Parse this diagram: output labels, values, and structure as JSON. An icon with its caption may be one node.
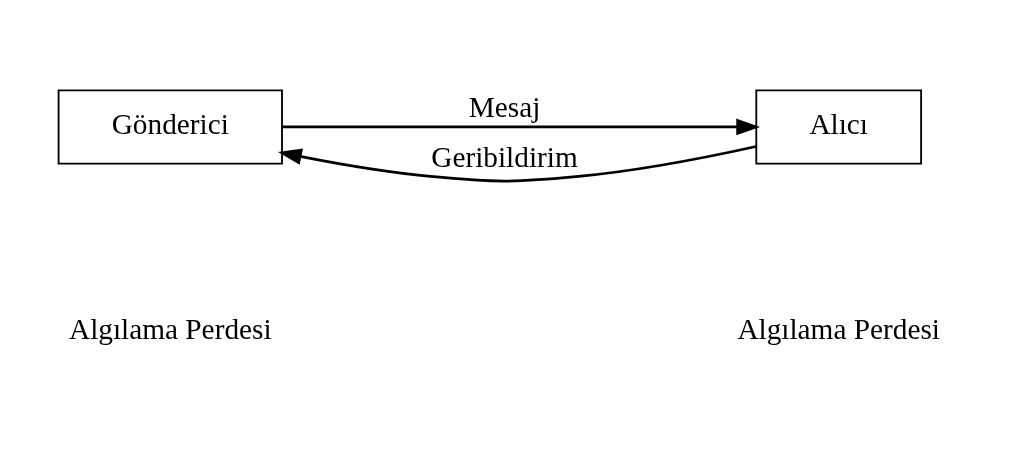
{
  "diagram": {
    "nodes": [
      {
        "text": [
          "Gönderici"
        ]
      },
      {
        "text": [
          "Alıcı"
        ]
      }
    ],
    "edges": [
      {
        "from": 0,
        "to": 1,
        "arrow": "to",
        "label": "Mesaj"
      },
      {
        "from": 1,
        "to": 0,
        "arrow": "to",
        "label": "Geribildirim"
      }
    ],
    "labels": [
      "Algılama Perdesi",
      "Algılama Perdesi"
    ]
  }
}
